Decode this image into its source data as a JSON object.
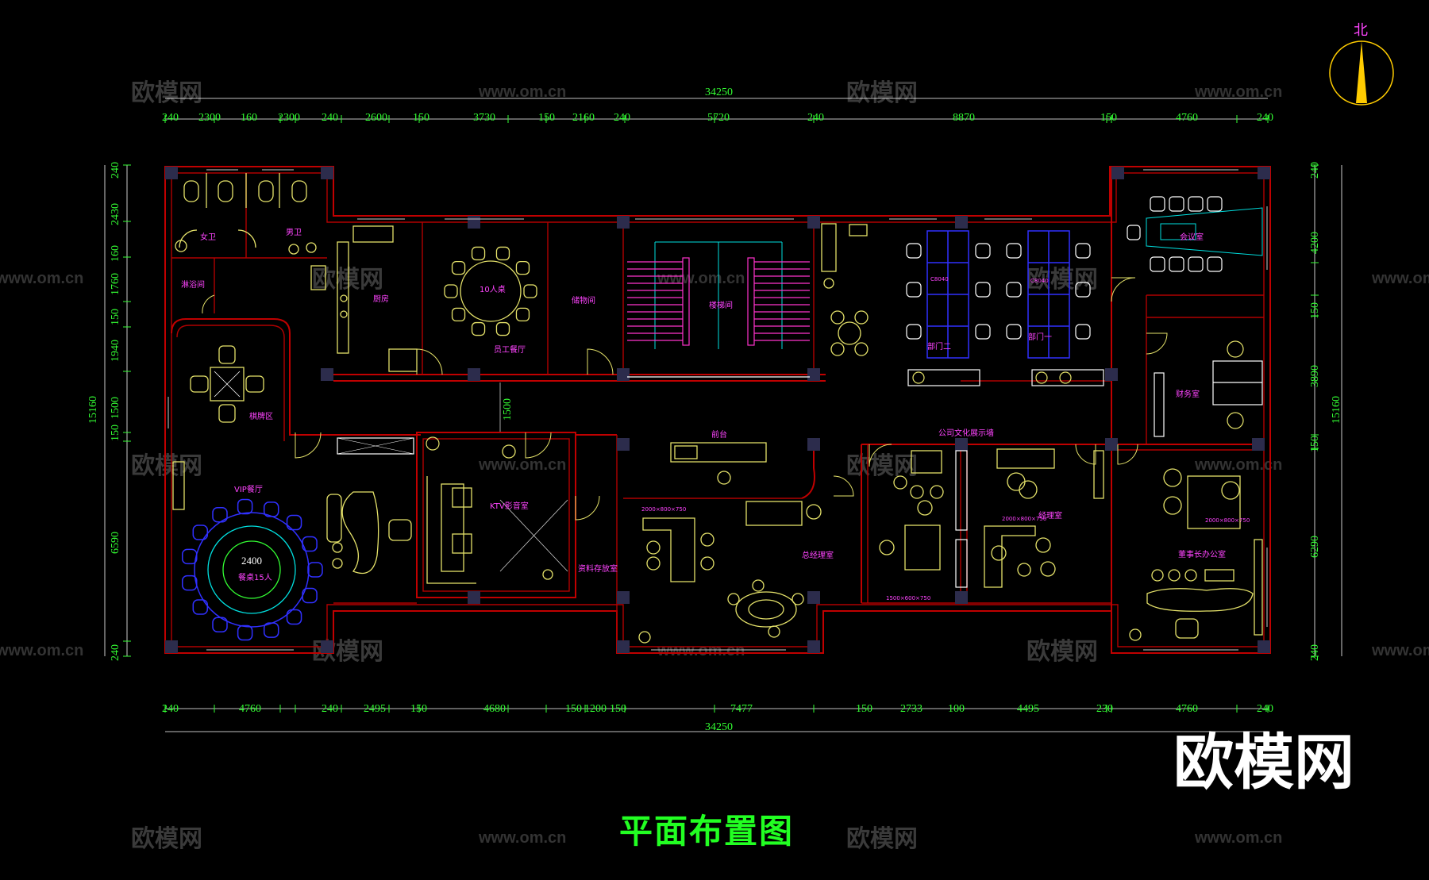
{
  "plan": {
    "title": "平面布置图",
    "brand_logo": "欧模网",
    "north_label": "北",
    "colors": {
      "background": "#000000",
      "wall": "#c00000",
      "dimension": "#33ff33",
      "room_label": "#ff44ff",
      "furniture": "#e5e26a",
      "title": "#22ff22"
    },
    "watermarks": {
      "cn": "欧模网",
      "url": "www.om.cn"
    },
    "dimensions": {
      "top_total": "34250",
      "top": [
        "240",
        "2300",
        "160",
        "2300",
        "240",
        "2600",
        "150",
        "3730",
        "150",
        "2160",
        "240",
        "5720",
        "240",
        "8870",
        "150",
        "4760",
        "240"
      ],
      "bottom_total": "34250",
      "bottom": [
        "240",
        "4760",
        "240",
        "2495",
        "150",
        "4680",
        "150",
        "1200",
        "150",
        "7477",
        "150",
        "2733",
        "100",
        "4495",
        "230",
        "4760",
        "240"
      ],
      "left_total": "15160",
      "left": [
        "240",
        "2430",
        "160",
        "1760",
        "150",
        "1940",
        "1500",
        "150",
        "6590",
        "240"
      ],
      "right_total": "15160",
      "right": [
        "240",
        "4200",
        "150",
        "3890",
        "150",
        "6290",
        "240"
      ],
      "corridor": "1500"
    },
    "rooms": {
      "female_wc": "女卫",
      "male_wc": "男卫",
      "shower": "淋浴间",
      "kitchen": "厨房",
      "table10": "10人桌",
      "staff_dining": "员工餐厅",
      "storage": "储物间",
      "stairs": "楼梯间",
      "conference": "会议室",
      "dept2": "部门二",
      "dept1": "部门一",
      "finance": "财务室",
      "chess": "棋牌区",
      "vip": "VIP餐厅",
      "table_dia": "2400",
      "table15": "餐桌15人",
      "ktv": "KTV影音室",
      "reception": "前台",
      "archive": "资料存放室",
      "gm": "总经理室",
      "culture_wall": "公司文化展示墙",
      "manager": "经理室",
      "chairman": "董事长办公室"
    },
    "notes": {
      "desk_a": "2000×800×750",
      "desk_b": "2000×800×750",
      "desk_c": "1500×600×750",
      "desk_d": "2000×800×750",
      "cabinet1": "C8040",
      "cabinet2": "C8040"
    }
  }
}
